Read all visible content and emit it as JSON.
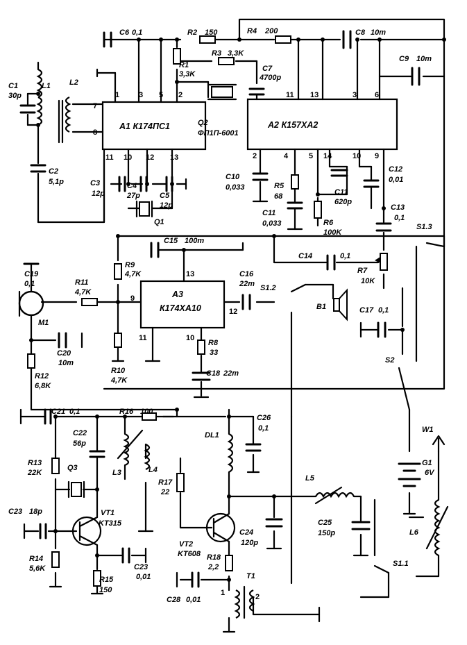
{
  "ic": {
    "A1": {
      "label": "A1 К174ПС1",
      "pins": [
        "1",
        "3",
        "5",
        "2",
        "7",
        "8",
        "11",
        "10",
        "12",
        "13"
      ]
    },
    "A2": {
      "label": "A2 К157ХА2",
      "pins": [
        "11",
        "13",
        "3",
        "6",
        "2",
        "4",
        "5",
        "14",
        "10",
        "9"
      ]
    },
    "A3": {
      "label1": "A3",
      "label2": "К174ХА10",
      "pins": [
        "13",
        "9",
        "12",
        "11",
        "10"
      ]
    }
  },
  "parts": {
    "C1": {
      "ref": "C1",
      "val": "30p"
    },
    "L1": {
      "ref": "L1"
    },
    "L2": {
      "ref": "L2"
    },
    "C2": {
      "ref": "C2",
      "val": "5,1p"
    },
    "C6": {
      "ref": "C6",
      "val": "0,1"
    },
    "R2": {
      "ref": "R2",
      "val": "150"
    },
    "R4": {
      "ref": "R4",
      "val": "200"
    },
    "C8": {
      "ref": "C8",
      "val": "10m"
    },
    "C9": {
      "ref": "C9",
      "val": "10m"
    },
    "R1": {
      "ref": "R1",
      "val": "3,3K"
    },
    "R3": {
      "ref": "R3",
      "val": "3,3K"
    },
    "C7": {
      "ref": "C7",
      "val": "4700p"
    },
    "Q2": {
      "ref": "Q2",
      "val": "ФП1П-6001"
    },
    "C3": {
      "ref": "C3",
      "val": "12p"
    },
    "C4": {
      "ref": "C4",
      "val": "27p"
    },
    "C5": {
      "ref": "C5",
      "val": "12p"
    },
    "Q1": {
      "ref": "Q1"
    },
    "C10": {
      "ref": "C10",
      "val": "0,033"
    },
    "R5": {
      "ref": "R5",
      "val": "68"
    },
    "C11a": {
      "ref": "C11",
      "val": "0,033"
    },
    "C11b": {
      "ref": "C11",
      "val": "620p"
    },
    "R6": {
      "ref": "R6",
      "val": "100K"
    },
    "C12": {
      "ref": "C12",
      "val": "0,01"
    },
    "C13": {
      "ref": "C13",
      "val": "0,1"
    },
    "S13": {
      "ref": "S1.3"
    },
    "C15": {
      "ref": "C15",
      "val": "100m"
    },
    "R9": {
      "ref": "R9",
      "val": "4,7K"
    },
    "C14": {
      "ref": "C14",
      "val": "0,1"
    },
    "R7": {
      "ref": "R7",
      "val": "10K"
    },
    "C19": {
      "ref": "C19",
      "val": "0,1"
    },
    "R11": {
      "ref": "R11",
      "val": "4,7K"
    },
    "C16": {
      "ref": "C16",
      "val": "22m"
    },
    "S12": {
      "ref": "S1.2"
    },
    "B1": {
      "ref": "B1"
    },
    "M1": {
      "ref": "M1"
    },
    "C20": {
      "ref": "C20",
      "val": "10m"
    },
    "C17": {
      "ref": "C17",
      "val": "0,1"
    },
    "R8": {
      "ref": "R8",
      "val": "33"
    },
    "R10": {
      "ref": "R10",
      "val": "4,7K"
    },
    "C18": {
      "ref": "C18",
      "val": "22m"
    },
    "S2": {
      "ref": "S2"
    },
    "R12": {
      "ref": "R12",
      "val": "6,8K"
    },
    "C21": {
      "ref": "C21",
      "val": "0,1"
    },
    "R16": {
      "ref": "R16",
      "val": "100"
    },
    "C26": {
      "ref": "C26",
      "val": "0,1"
    },
    "C22": {
      "ref": "C22",
      "val": "56p"
    },
    "DL1": {
      "ref": "DL1"
    },
    "W1": {
      "ref": "W1"
    },
    "R13": {
      "ref": "R13",
      "val": "22K"
    },
    "Q3": {
      "ref": "Q3"
    },
    "L3": {
      "ref": "L3"
    },
    "L4": {
      "ref": "L4"
    },
    "G1": {
      "ref": "G1",
      "val": "6V"
    },
    "R17": {
      "ref": "R17",
      "val": "22"
    },
    "L5": {
      "ref": "L5"
    },
    "C23a": {
      "ref": "C23",
      "val": "18p"
    },
    "VT1": {
      "ref": "VT1",
      "val": "KT315"
    },
    "C24": {
      "ref": "C24",
      "val": "120p"
    },
    "C25": {
      "ref": "C25",
      "val": "150p"
    },
    "L6": {
      "ref": "L6"
    },
    "VT2": {
      "ref": "VT2",
      "val": "KT608"
    },
    "R14": {
      "ref": "R14",
      "val": "5,6K"
    },
    "C23b": {
      "ref": "C23",
      "val": "0,01"
    },
    "R18": {
      "ref": "R18",
      "val": "2,2"
    },
    "S11": {
      "ref": "S1.1"
    },
    "R15": {
      "ref": "R15",
      "val": "150"
    },
    "T1": {
      "ref": "T1",
      "pin1": "1",
      "pin2": "2"
    },
    "C28": {
      "ref": "C28",
      "val": "0,01"
    }
  }
}
